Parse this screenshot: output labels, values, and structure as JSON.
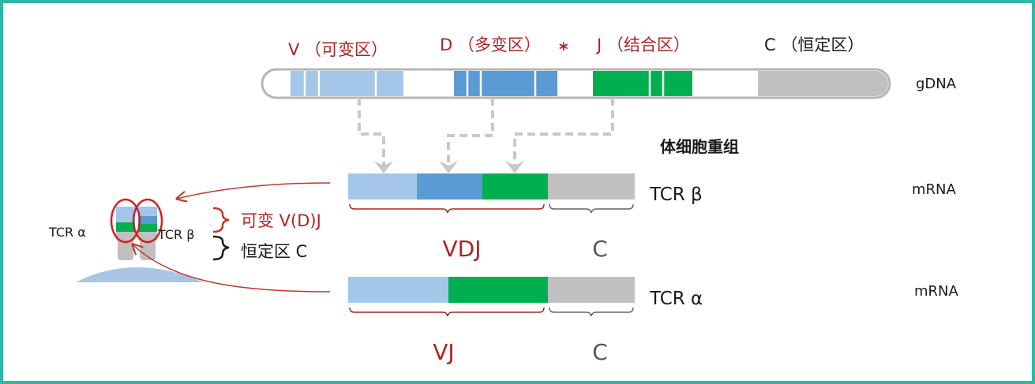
{
  "colors": {
    "border": "#2cb8a6",
    "v_segment": "#a4c6e8",
    "d_segment": "#5b9bd5",
    "j_segment": "#00b050",
    "c_segment": "#c0c0c0",
    "label_red": "#b22222",
    "arrow_dashed": "#c8c8c8",
    "cell": "#a9c4e4"
  },
  "gdna": {
    "v_label": "V （可变区）",
    "d_label": "D （多变区）",
    "asterisk": "*",
    "j_label": "J （结合区）",
    "c_label": "C （恒定区）",
    "name": "gDNA"
  },
  "recombination_label": "体细胞重组",
  "tcr_beta": {
    "name": "TCR β",
    "type": "mRNA",
    "vdj_label": "VDJ",
    "c_label": "C"
  },
  "tcr_alpha": {
    "name": "TCR α",
    "type": "mRNA",
    "vj_label": "VJ",
    "c_label": "C"
  },
  "receptor": {
    "alpha_label": "TCR α",
    "beta_label": "TCR β",
    "variable_label": "可变 V(D)J",
    "constant_label": "恒定区 C"
  }
}
